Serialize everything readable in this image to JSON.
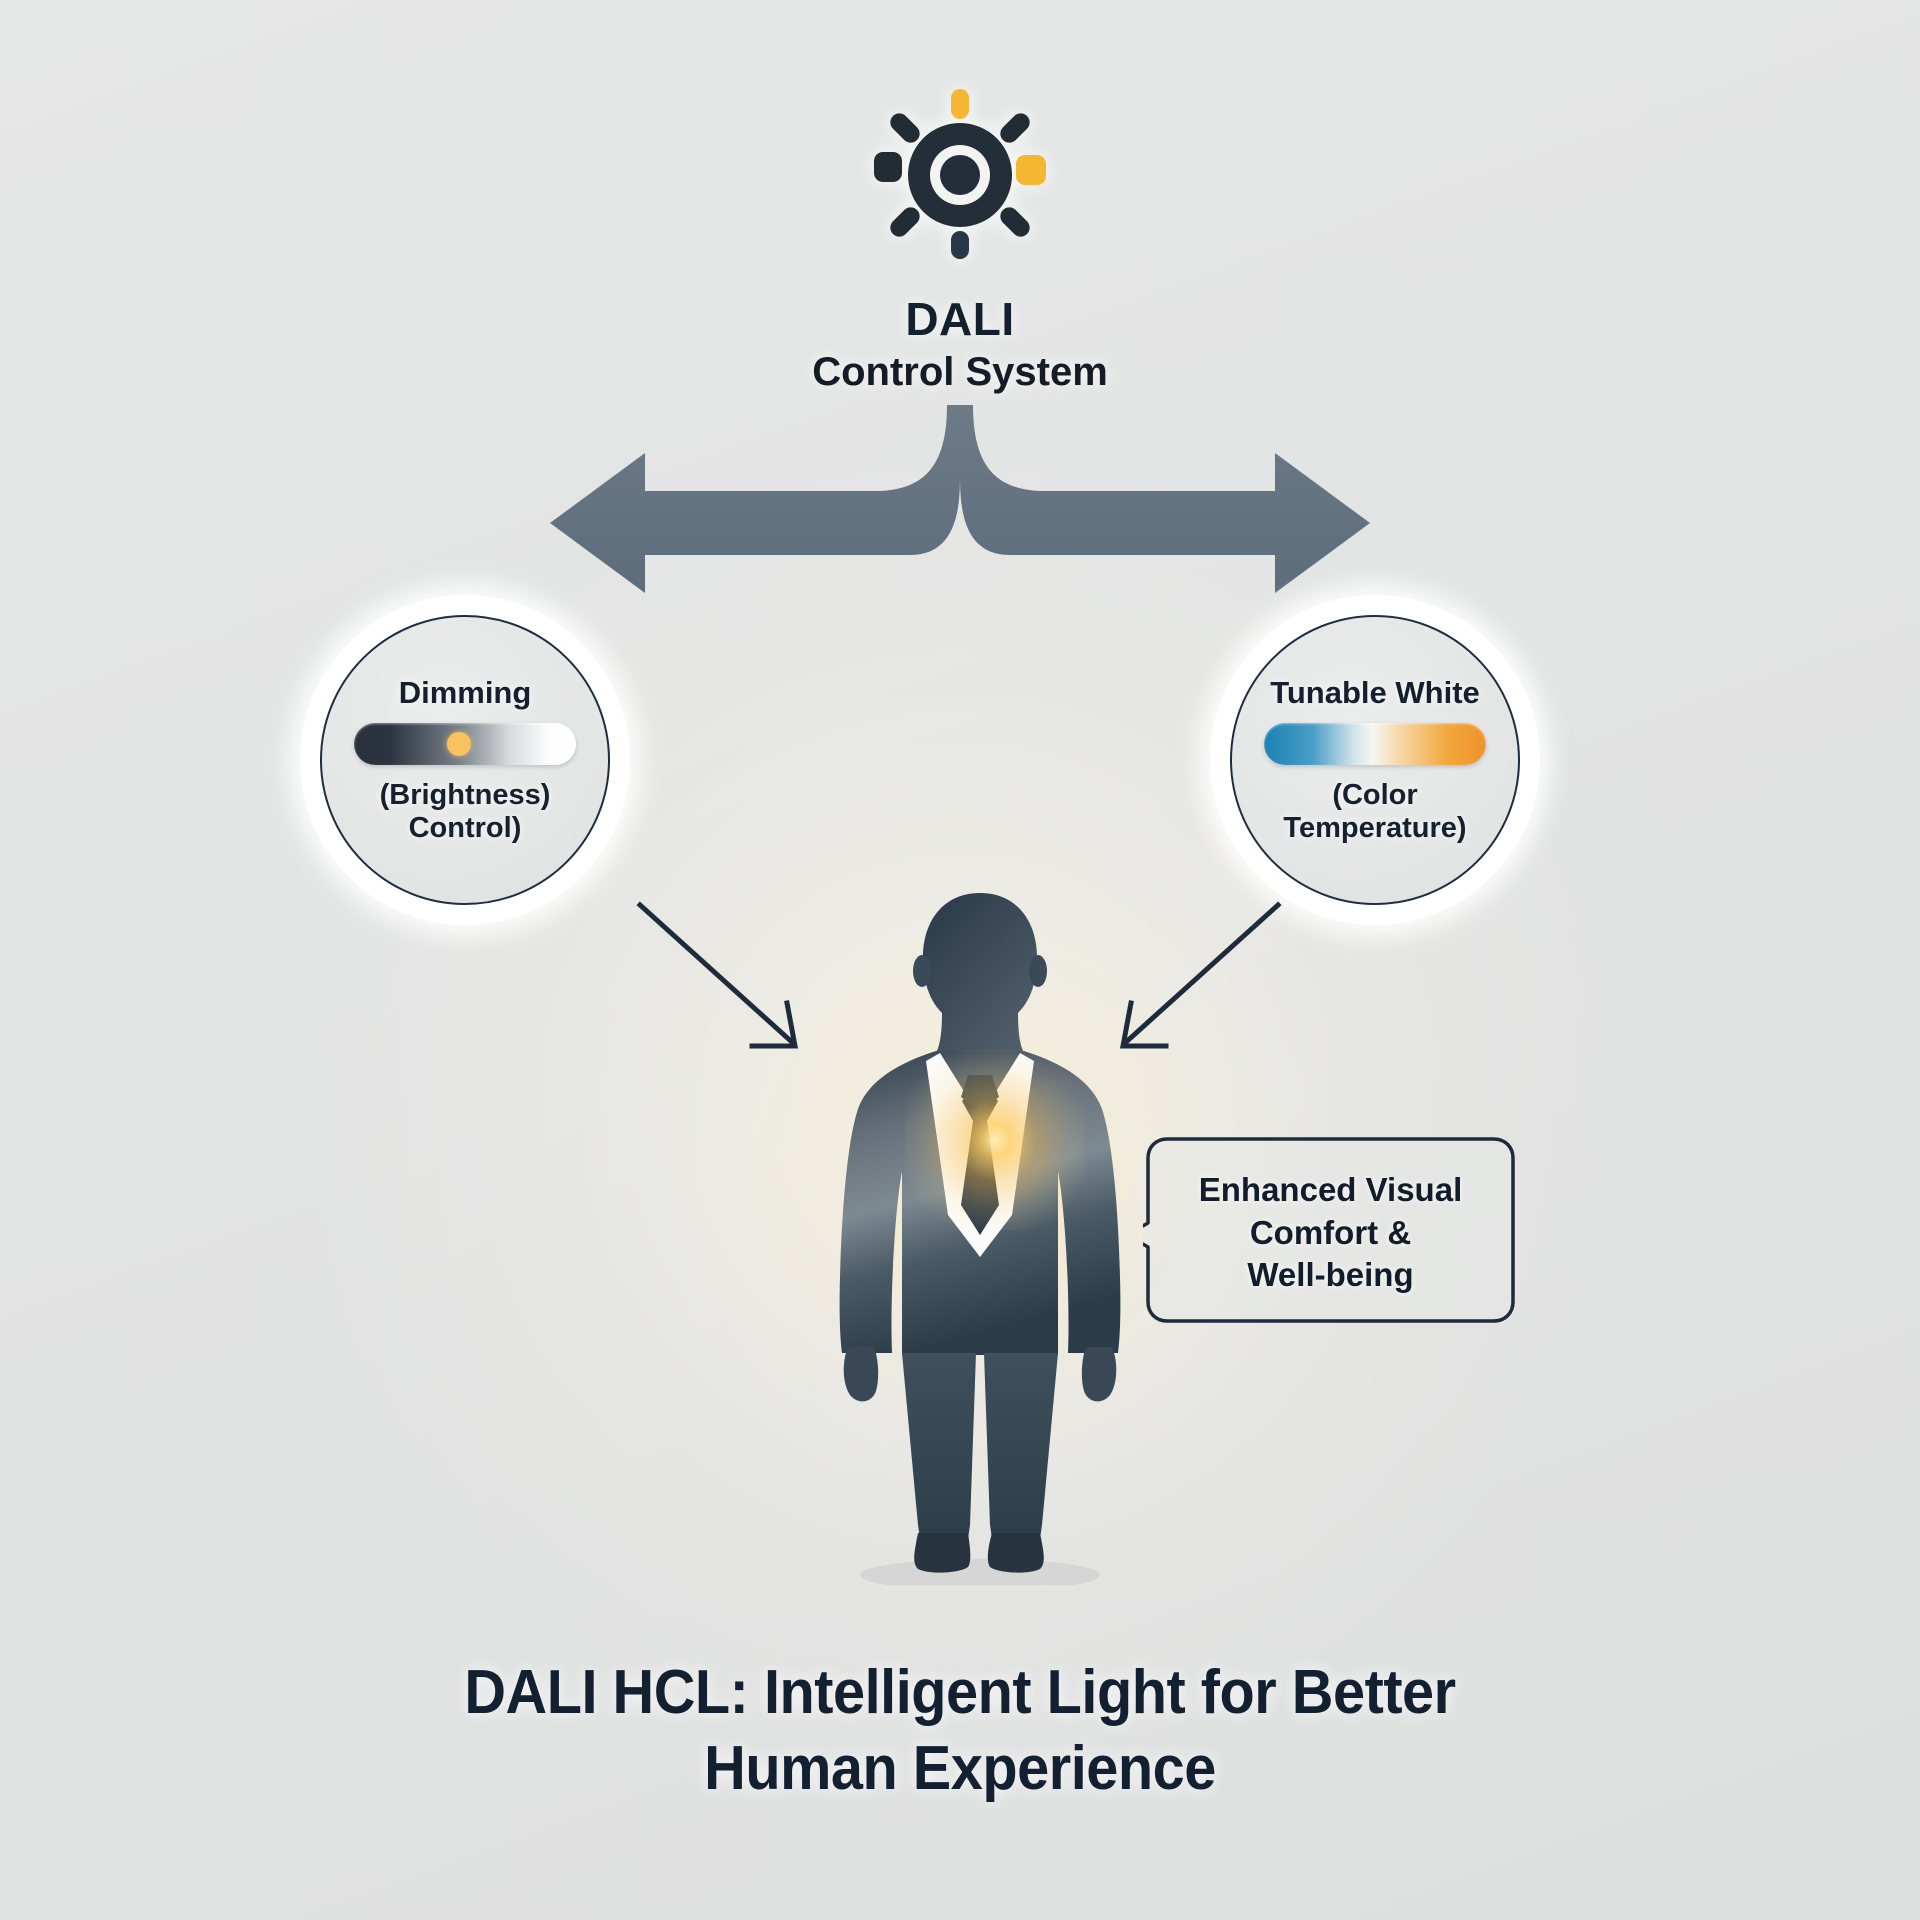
{
  "background_color": "#e3e4e4",
  "accent_colors": {
    "amber": "#f5b731",
    "dark_navy": "#1f2d40",
    "arrow_gray": "#667584",
    "cct_blue": "#1c81b4",
    "cct_orange": "#f0912a",
    "glow_gold": "#ffcd60"
  },
  "header": {
    "icon_name": "dali-dimmer-sun-icon",
    "title": "DALI",
    "subtitle": "Control System"
  },
  "fork_arrow": {
    "name": "split-arrow-down-left-right",
    "color": "#667584"
  },
  "nodes": [
    {
      "id": "dimming",
      "title": "Dimming",
      "slider_name": "brightness-gradient-slider",
      "slider_gradient": "dark-to-white",
      "knob_color": "#f6c35c",
      "caption_line1": "(Brightness)",
      "caption_line2": "Control)"
    },
    {
      "id": "tunable-white",
      "title": "Tunable White",
      "slider_name": "color-temperature-gradient-slider",
      "slider_gradient": "blue-to-white-to-orange",
      "caption_line1": "(Color",
      "caption_line2": "Temperature)"
    }
  ],
  "person": {
    "name": "businessman-silhouette",
    "glow_label": "warm-light-glow"
  },
  "callout": {
    "name": "benefit-speech-bubble",
    "lines": [
      "Enhanced Visual",
      "Comfort &",
      "Well-being"
    ]
  },
  "footer": {
    "title_line1": "DALI HCL: Intelligent Light for Better",
    "title_line2": "Human Experience"
  }
}
